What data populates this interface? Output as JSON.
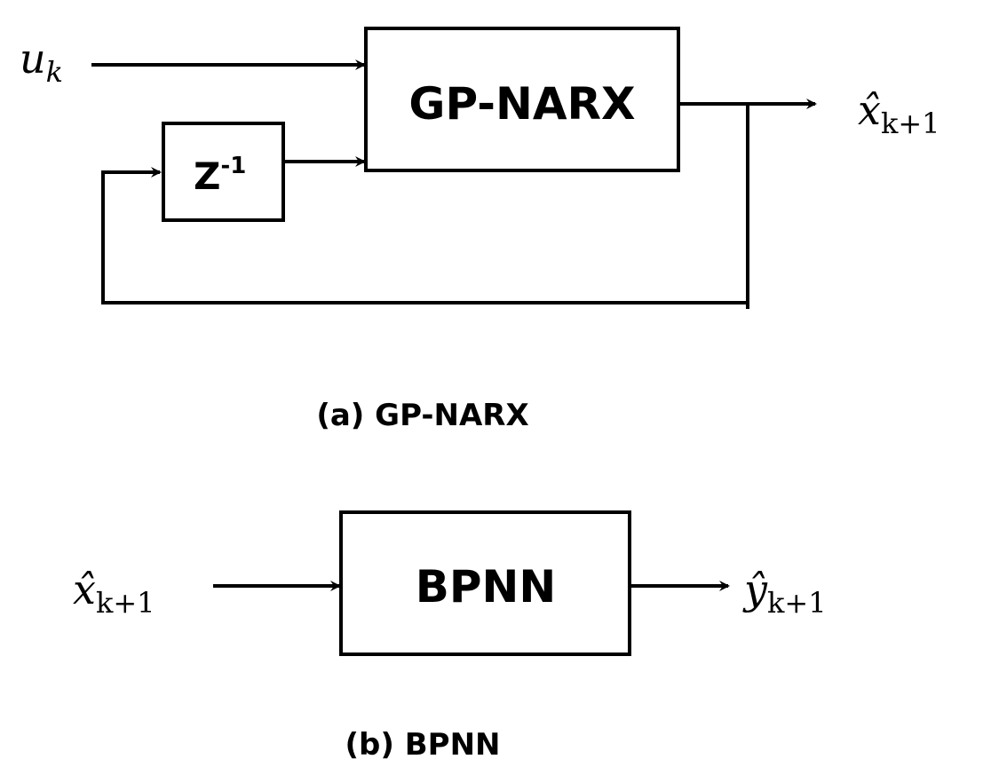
{
  "diagram_a": {
    "input_label": "u",
    "input_sub": "k",
    "block_label": "GP-NARX",
    "delay_base": "Z",
    "delay_exp": "-1",
    "output_label": "x̂",
    "output_sub": "k+1",
    "caption": "(a) GP-NARX"
  },
  "diagram_b": {
    "input_label": "x̂",
    "input_sub": "k+1",
    "block_label": "BPNN",
    "output_label": "ŷ",
    "output_sub": "k+1",
    "caption": "(b) BPNN"
  }
}
